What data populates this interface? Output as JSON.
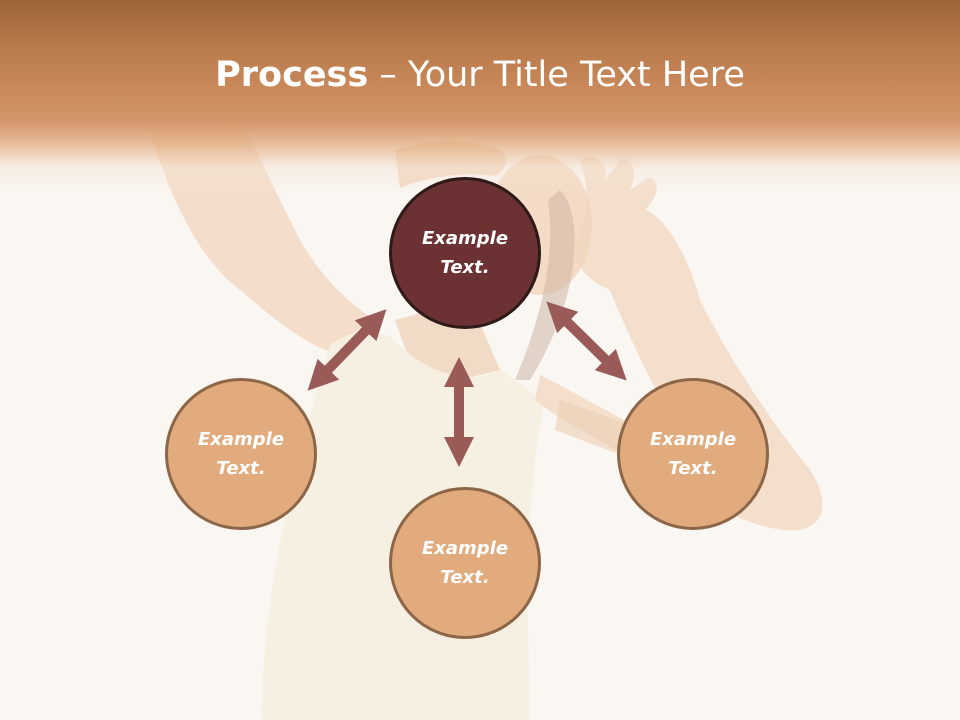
{
  "title": {
    "bold": "Process",
    "rest": " – Your Title Text Here"
  },
  "diagram": {
    "nodes": [
      {
        "id": "top",
        "label_line1": "Example",
        "label_line2": "Text.",
        "style": "dark"
      },
      {
        "id": "left",
        "label_line1": "Example",
        "label_line2": "Text.",
        "style": "light"
      },
      {
        "id": "bottom",
        "label_line1": "Example",
        "label_line2": "Text.",
        "style": "light"
      },
      {
        "id": "right",
        "label_line1": "Example",
        "label_line2": "Text.",
        "style": "light"
      }
    ],
    "connectors": [
      "top-left",
      "top-bottom",
      "top-right"
    ]
  },
  "colors": {
    "header_band": "#c9895a",
    "node_dark": "#6b3133",
    "node_light": "#e1ab7e",
    "arrow": "#9a5a58",
    "background": "#faf6f2"
  }
}
